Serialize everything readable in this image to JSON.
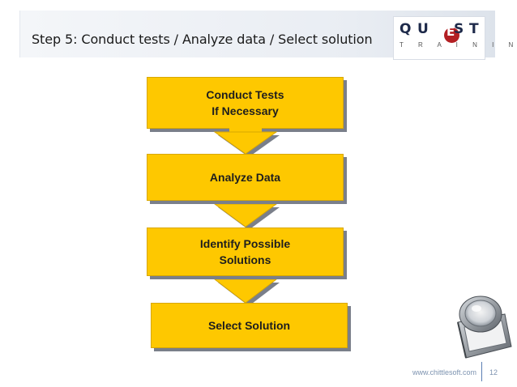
{
  "header": {
    "title": "Step 5: Conduct tests / Analyze data / Select solution"
  },
  "logo": {
    "letters": [
      "Q",
      "U",
      "E",
      "S",
      "T"
    ],
    "subtitle": "T R A I N I N G"
  },
  "flow": {
    "steps": [
      {
        "line1": "Conduct Tests",
        "line2": "If Necessary"
      },
      {
        "line1": "Analyze Data",
        "line2": ""
      },
      {
        "line1": "Identify Possible",
        "line2": "Solutions"
      },
      {
        "line1": "Select Solution",
        "line2": ""
      }
    ]
  },
  "footer": {
    "url": "www.chittlesoft.com",
    "page": "12"
  },
  "colors": {
    "box_fill": "#fec800",
    "box_shadow": "#7a7f8a",
    "accent_red": "#b31f23",
    "footer_text": "#7d93b0"
  }
}
